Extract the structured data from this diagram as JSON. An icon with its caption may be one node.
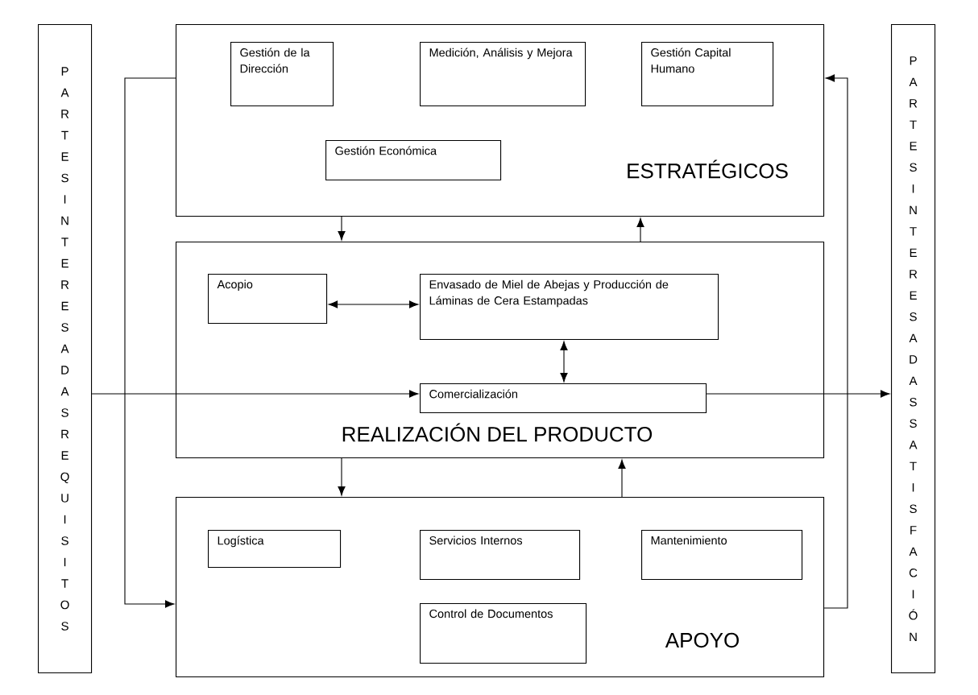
{
  "diagram": {
    "nodes": [
      {
        "text": [
          "PARTES INTERESADAS REQUISITOS"
        ]
      },
      {
        "text": [
          "ESTRATÉGICOS"
        ]
      },
      {
        "text": [
          "Gestión de la Dirección"
        ],
        "in": 1
      },
      {
        "text": [
          "Medición, Análisis y Mejora"
        ],
        "in": 1
      },
      {
        "text": [
          "Gestión Capital Humano"
        ],
        "in": 1
      },
      {
        "text": [
          "Gestión Económica"
        ],
        "in": 1
      },
      {
        "text": [
          "REALIZACIÓN DEL PRODUCTO"
        ]
      },
      {
        "text": [
          "Acopio"
        ],
        "in": 6
      },
      {
        "text": [
          "Envasado de Miel de Abejas y Producción de Láminas de Cera Estampadas"
        ],
        "in": 6
      },
      {
        "text": [
          "Comercialización"
        ],
        "in": 6
      },
      {
        "text": [
          "APOYO"
        ]
      },
      {
        "text": [
          "Logística"
        ],
        "in": 10
      },
      {
        "text": [
          "Servicios Internos"
        ],
        "in": 10
      },
      {
        "text": [
          "Mantenimiento"
        ],
        "in": 10
      },
      {
        "text": [
          "Control de Documentos"
        ],
        "in": 10
      },
      {
        "text": [
          "PARTES INTERESADAS SATISFACIÓN"
        ]
      }
    ],
    "edges": [
      {
        "from": 1,
        "to": 6,
        "arrow": "to"
      },
      {
        "from": 6,
        "to": 1,
        "arrow": "to"
      },
      {
        "from": 6,
        "to": 10,
        "arrow": "to"
      },
      {
        "from": 10,
        "to": 6,
        "arrow": "to"
      },
      {
        "from": 7,
        "to": 8,
        "arrow": "both"
      },
      {
        "from": 8,
        "to": 9,
        "arrow": "both"
      },
      {
        "from": 0,
        "to": 9,
        "arrow": "to"
      },
      {
        "from": 9,
        "to": 15,
        "arrow": "to"
      },
      {
        "from": 1,
        "to": 10,
        "arrow": "to"
      },
      {
        "from": 10,
        "to": 1,
        "arrow": "to"
      }
    ]
  }
}
